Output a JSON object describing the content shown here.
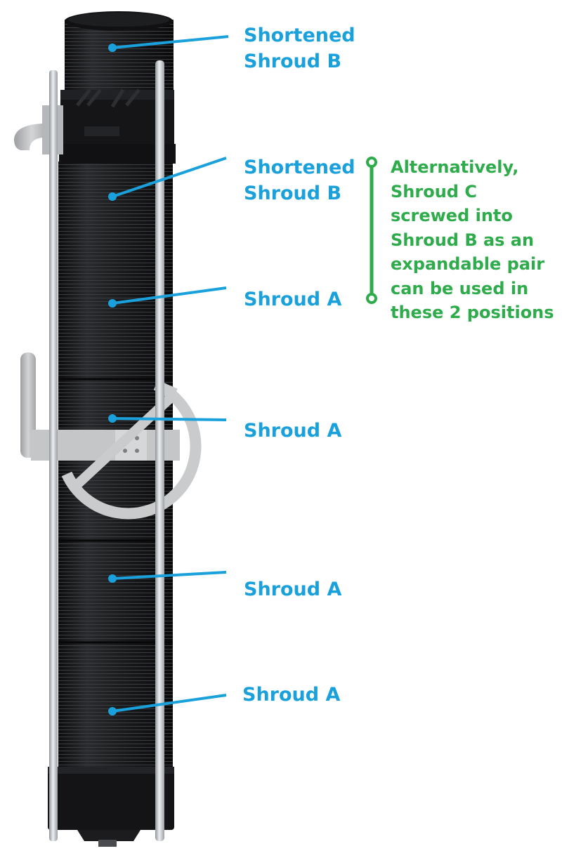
{
  "labels": {
    "top_b": [
      "Shortened",
      "Shroud B"
    ],
    "second_b": [
      "Shortened",
      "Shroud B"
    ],
    "a1": "Shroud A",
    "a2": "Shroud A",
    "a3": "Shroud A",
    "a4": "Shroud A"
  },
  "note_lines": [
    "Alternatively,",
    "Shroud C",
    "screwed into",
    "Shroud B as an",
    "expandable pair",
    "can be used in",
    "these 2 positions"
  ],
  "colors": {
    "label_blue": "#1aa1dc",
    "note_green": "#2eab4a",
    "shroud_black": "#1c1c1e",
    "rod_silver": "#c9cdd1",
    "bracket_grey": "#b9bbbd"
  }
}
